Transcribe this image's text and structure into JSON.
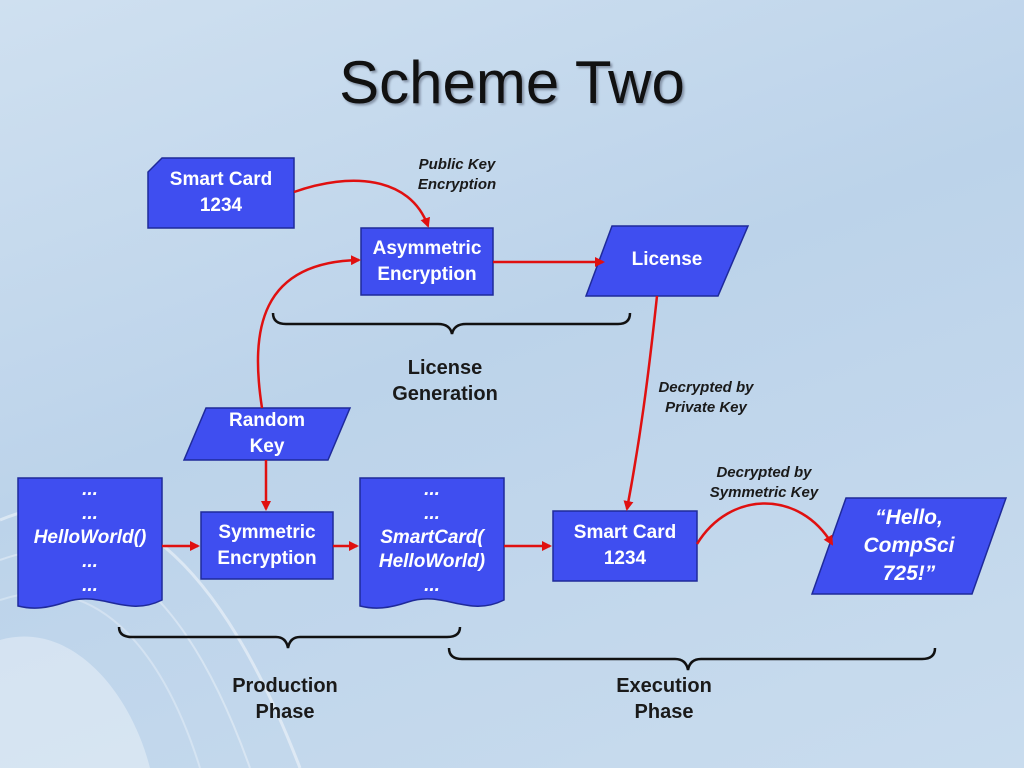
{
  "title": "Scheme Two",
  "nodes": {
    "smart_card_top": [
      "Smart Card",
      "1234"
    ],
    "asymmetric_encryption": [
      "Asymmetric",
      "Encryption"
    ],
    "license": "License",
    "random_key": [
      "Random",
      "Key"
    ],
    "source_doc": [
      "...",
      "...",
      "HelloWorld()",
      "...",
      "..."
    ],
    "symmetric_encryption": [
      "Symmetric",
      "Encryption"
    ],
    "encrypted_doc": [
      "...",
      "...",
      "SmartCard(",
      "HelloWorld)",
      "..."
    ],
    "smart_card_bottom": [
      "Smart Card",
      "1234"
    ],
    "output": [
      "“Hello,",
      "CompSci",
      "725!”"
    ]
  },
  "annotations": {
    "public_key_encryption": [
      "Public Key",
      "Encryption"
    ],
    "decrypted_private_key": [
      "Decrypted by",
      "Private Key"
    ],
    "decrypted_symmetric_key": [
      "Decrypted by",
      "Symmetric Key"
    ]
  },
  "phases": {
    "license_generation": [
      "License",
      "Generation"
    ],
    "production": [
      "Production",
      "Phase"
    ],
    "execution": [
      "Execution",
      "Phase"
    ]
  },
  "colors": {
    "node_fill": "#3f4ef0",
    "node_border": "#1f2a9a",
    "arrow": "#e01010",
    "brace": "#111111"
  }
}
